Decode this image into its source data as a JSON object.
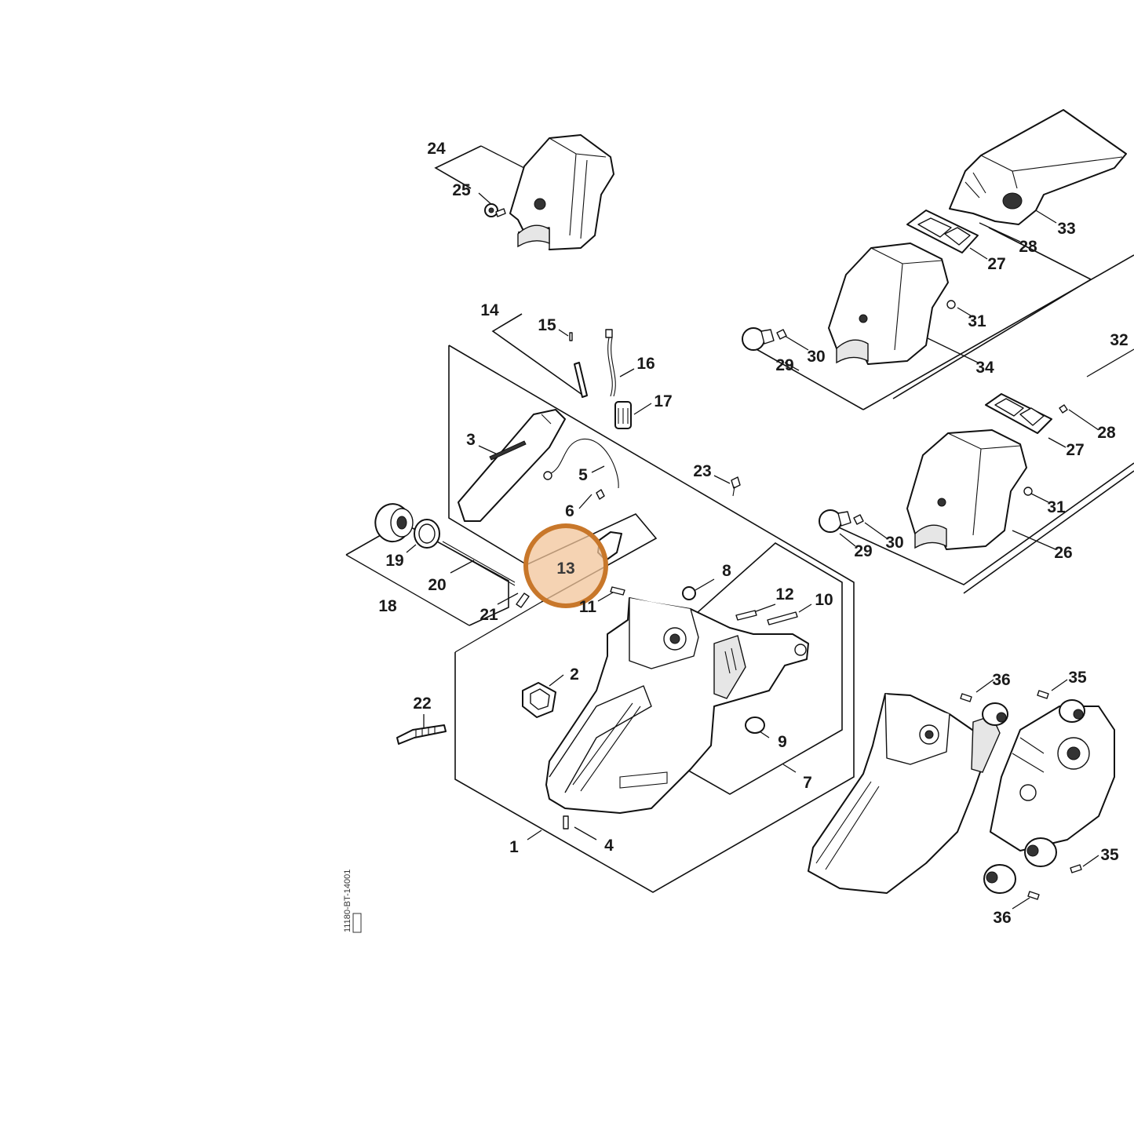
{
  "diagram": {
    "drawing_code": "11180-BT-14001",
    "highlight": {
      "label": "13",
      "color": "#c8772a",
      "fill": "#f2c49a"
    },
    "callouts": {
      "p1": "1",
      "p2": "2",
      "p3": "3",
      "p4": "4",
      "p5": "5",
      "p6": "6",
      "p7": "7",
      "p8": "8",
      "p9": "9",
      "p10": "10",
      "p11": "11",
      "p12": "12",
      "p14": "14",
      "p15": "15",
      "p16": "16",
      "p17": "17",
      "p18": "18",
      "p19": "19",
      "p20": "20",
      "p21": "21",
      "p22": "22",
      "p23": "23",
      "p24": "24",
      "p25": "25",
      "p26": "26",
      "p27a": "27",
      "p27b": "27",
      "p28a": "28",
      "p28b": "28",
      "p29a": "29",
      "p29b": "29",
      "p30a": "30",
      "p30b": "30",
      "p31a": "31",
      "p31b": "31",
      "p32": "32",
      "p33": "33",
      "p34": "34",
      "p35a": "35",
      "p35b": "35",
      "p36a": "36",
      "p36b": "36"
    }
  }
}
